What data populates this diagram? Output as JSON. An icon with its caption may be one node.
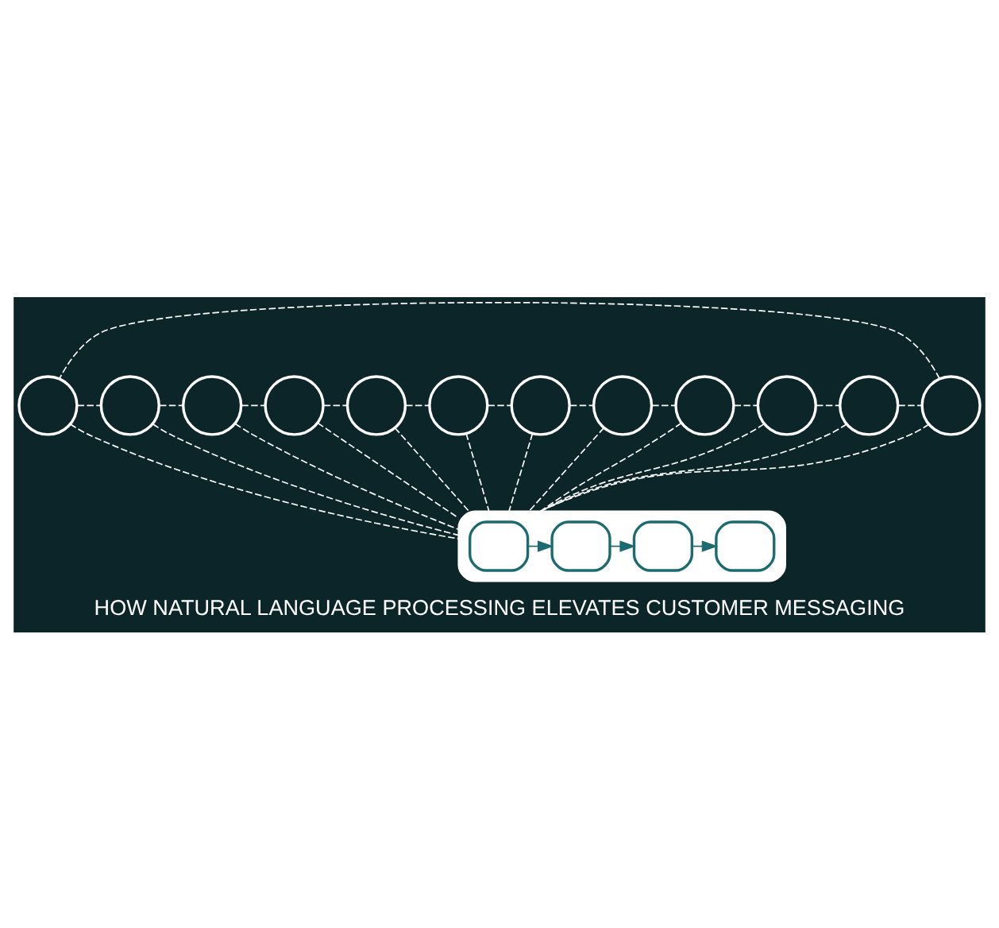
{
  "diagram": {
    "title": "HOW NATURAL LANGUAGE PROCESSING ELEVATES CUSTOMER MESSAGING",
    "nodes": [
      {
        "text": [],
        "shape": "cloud"
      },
      {
        "text": [],
        "shape": "box",
        "in": 0
      },
      {
        "text": [],
        "shape": "box",
        "in": 0
      },
      {
        "text": [],
        "shape": "box",
        "in": 0
      },
      {
        "text": [],
        "shape": "box",
        "in": 0
      },
      {
        "text": [],
        "shape": "circle"
      },
      {
        "text": [],
        "shape": "circle"
      },
      {
        "text": [],
        "shape": "circle"
      },
      {
        "text": [],
        "shape": "circle"
      },
      {
        "text": [],
        "shape": "circle"
      },
      {
        "text": [],
        "shape": "circle"
      },
      {
        "text": [],
        "shape": "circle"
      },
      {
        "text": [],
        "shape": "circle"
      },
      {
        "text": [],
        "shape": "circle"
      },
      {
        "text": [],
        "shape": "circle"
      },
      {
        "text": [],
        "shape": "circle"
      },
      {
        "text": [],
        "shape": "circle"
      }
    ],
    "edges": [
      {
        "from": 1,
        "to": 2,
        "arrow": "to",
        "color": "#1c6b70"
      },
      {
        "from": 2,
        "to": 3,
        "arrow": "to",
        "color": "#1c6b70"
      },
      {
        "from": 3,
        "to": 4,
        "arrow": "to",
        "color": "#1c6b70"
      },
      {
        "from": 5,
        "to": 6,
        "arrow": "none",
        "style": "dashed"
      },
      {
        "from": 6,
        "to": 7,
        "arrow": "none",
        "style": "dashed"
      },
      {
        "from": 7,
        "to": 8,
        "arrow": "none",
        "style": "dashed"
      },
      {
        "from": 8,
        "to": 9,
        "arrow": "none",
        "style": "dashed"
      },
      {
        "from": 9,
        "to": 10,
        "arrow": "none",
        "style": "dashed"
      },
      {
        "from": 10,
        "to": 11,
        "arrow": "none",
        "style": "dashed"
      },
      {
        "from": 11,
        "to": 12,
        "arrow": "none",
        "style": "dashed"
      },
      {
        "from": 12,
        "to": 13,
        "arrow": "none",
        "style": "dashed"
      },
      {
        "from": 13,
        "to": 14,
        "arrow": "none",
        "style": "dashed"
      },
      {
        "from": 14,
        "to": 15,
        "arrow": "none",
        "style": "dashed"
      },
      {
        "from": 15,
        "to": 16,
        "arrow": "none",
        "style": "dashed"
      },
      {
        "from": 16,
        "to": 5,
        "arrow": "none",
        "style": "dashed"
      },
      {
        "from": 5,
        "to": 0,
        "arrow": "none",
        "style": "dashed"
      },
      {
        "from": 6,
        "to": 0,
        "arrow": "none",
        "style": "dashed"
      },
      {
        "from": 7,
        "to": 0,
        "arrow": "none",
        "style": "dashed"
      },
      {
        "from": 8,
        "to": 0,
        "arrow": "none",
        "style": "dashed"
      },
      {
        "from": 9,
        "to": 0,
        "arrow": "none",
        "style": "dashed"
      },
      {
        "from": 10,
        "to": 0,
        "arrow": "none",
        "style": "dashed"
      },
      {
        "from": 11,
        "to": 0,
        "arrow": "none",
        "style": "dashed"
      },
      {
        "from": 12,
        "to": 0,
        "arrow": "none",
        "style": "dashed"
      },
      {
        "from": 13,
        "to": 0,
        "arrow": "none",
        "style": "dashed"
      },
      {
        "from": 14,
        "to": 0,
        "arrow": "none",
        "style": "dashed"
      },
      {
        "from": 15,
        "to": 0,
        "arrow": "none",
        "style": "dashed"
      },
      {
        "from": 16,
        "to": 0,
        "arrow": "none",
        "style": "dashed"
      }
    ]
  }
}
